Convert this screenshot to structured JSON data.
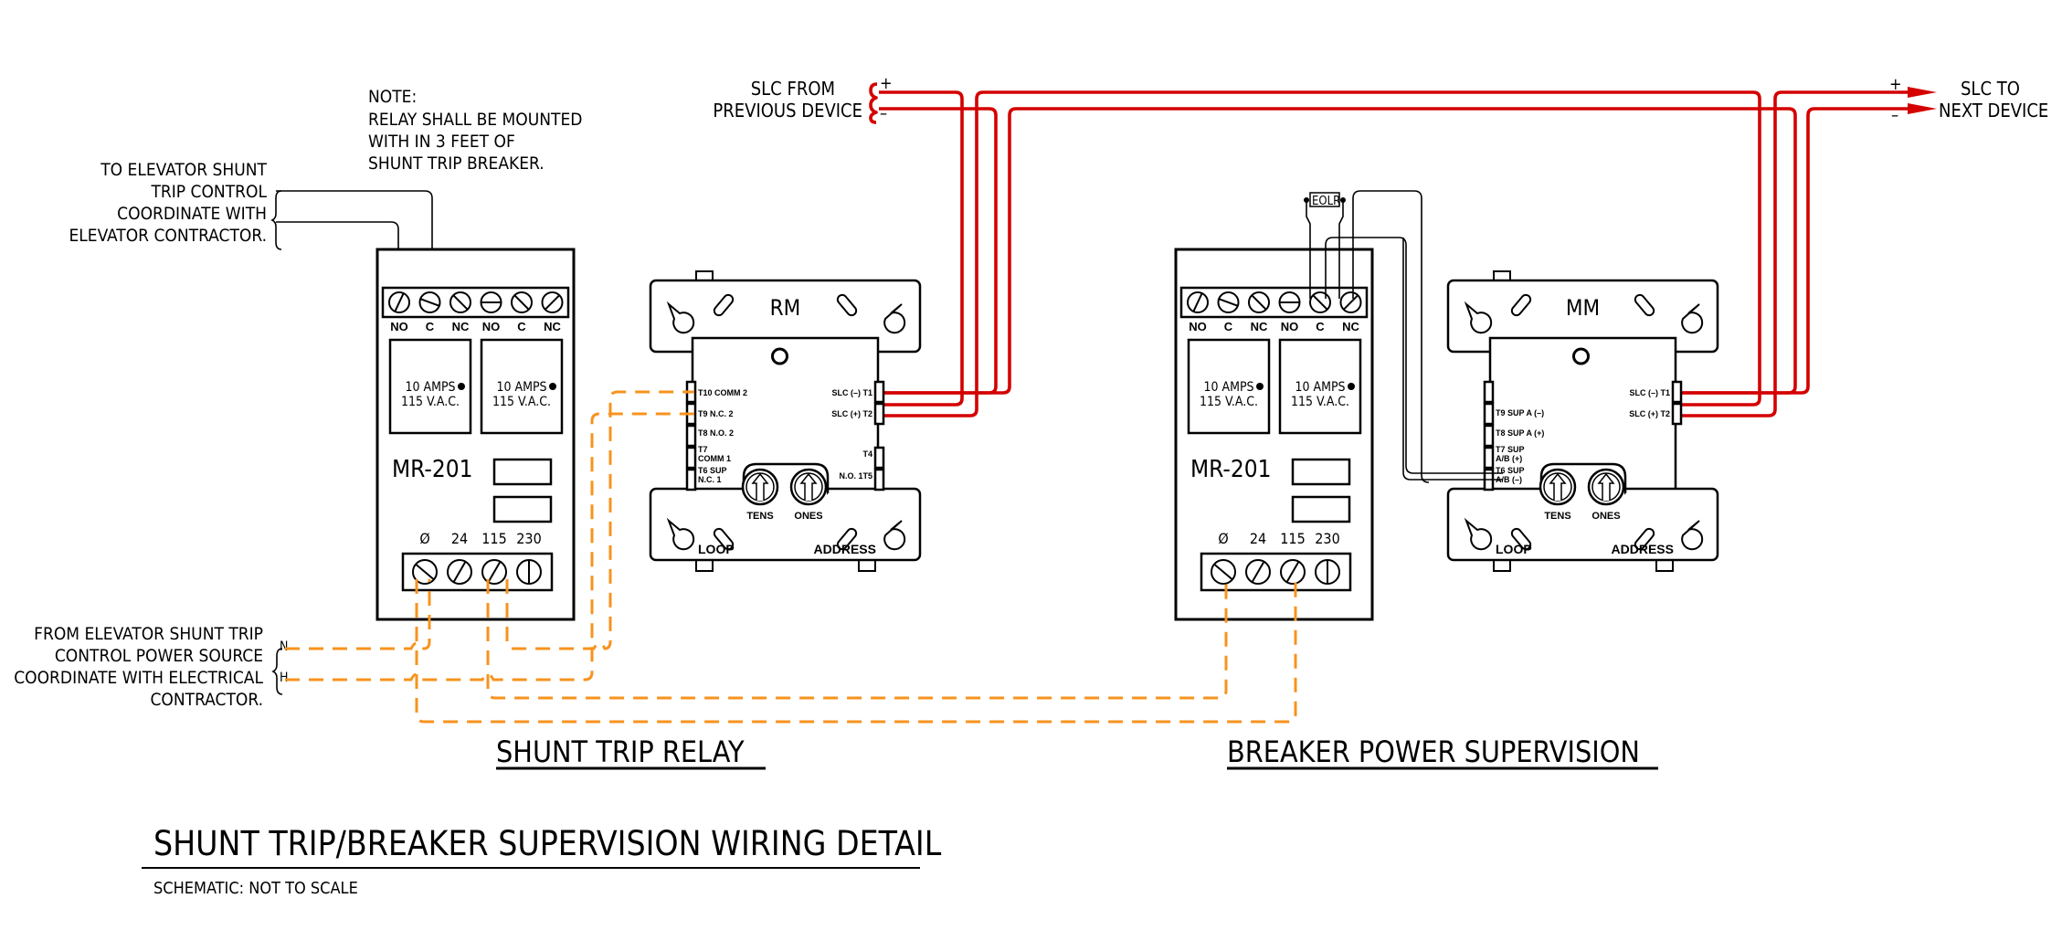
{
  "notes": {
    "note_title": "NOTE:",
    "note_lines": [
      "RELAY SHALL BE MOUNTED",
      "WITH IN 3 FEET OF",
      "SHUNT TRIP BREAKER."
    ],
    "elevator_control": [
      "TO ELEVATOR SHUNT",
      "TRIP CONTROL",
      "COORDINATE WITH",
      "ELEVATOR CONTRACTOR."
    ],
    "power_source": [
      "FROM ELEVATOR SHUNT TRIP",
      "CONTROL POWER SOURCE",
      "COORDINATE WITH ELECTRICAL",
      "CONTRACTOR."
    ],
    "neutral_label": "N",
    "hot_label": "H"
  },
  "slc": {
    "from_lines": [
      "SLC FROM",
      "PREVIOUS DEVICE"
    ],
    "to_lines": [
      "SLC TO",
      "NEXT DEVICE"
    ],
    "plus": "+",
    "minus": "–"
  },
  "relays": [
    {
      "model": "MR-201",
      "terminals_top": [
        "NO",
        "C",
        "NC",
        "NO",
        "C",
        "NC"
      ],
      "contact_rating": [
        "10 AMPS",
        "115 V.A.C."
      ],
      "power_terminals": [
        "Ø",
        "24",
        "115",
        "230"
      ]
    },
    {
      "model": "MR-201",
      "terminals_top": [
        "NO",
        "C",
        "NC",
        "NO",
        "C",
        "NC"
      ],
      "contact_rating": [
        "10 AMPS",
        "115 V.A.C."
      ],
      "power_terminals": [
        "Ø",
        "24",
        "115",
        "230"
      ]
    }
  ],
  "rm_module": {
    "name": "RM",
    "left_terminals": [
      "T10 COMM 2",
      "T9 N.C. 2",
      "T8 N.O. 2",
      "T7",
      "COMM 1",
      "T6 SUP",
      "N.C. 1"
    ],
    "right_terminals": [
      "SLC (–) T1",
      "SLC (+) T2",
      "T4",
      "N.O. 1T5"
    ],
    "dial_tens": "TENS",
    "dial_ones": "ONES",
    "loop": "LOOP",
    "address": "ADDRESS"
  },
  "mm_module": {
    "name": "MM",
    "left_terminals": [
      "T9 SUP A (–)",
      "T8 SUP A (+)",
      "T7 SUP",
      "A/B (+)",
      "T6 SUP",
      "A/B (–)"
    ],
    "right_terminals": [
      "SLC (–) T1",
      "SLC (+) T2"
    ],
    "dial_tens": "TENS",
    "dial_ones": "ONES",
    "loop": "LOOP",
    "address": "ADDRESS"
  },
  "eolr": "EOLR",
  "section_titles": {
    "left": "SHUNT TRIP RELAY",
    "right": "BREAKER POWER SUPERVISION"
  },
  "title_block": {
    "title": "SHUNT TRIP/BREAKER SUPERVISION WIRING DETAIL",
    "subtitle": "SCHEMATIC: NOT TO SCALE"
  },
  "colors": {
    "slc_wire": "#d40000",
    "power_wire": "#f7931e",
    "line": "#000000"
  }
}
